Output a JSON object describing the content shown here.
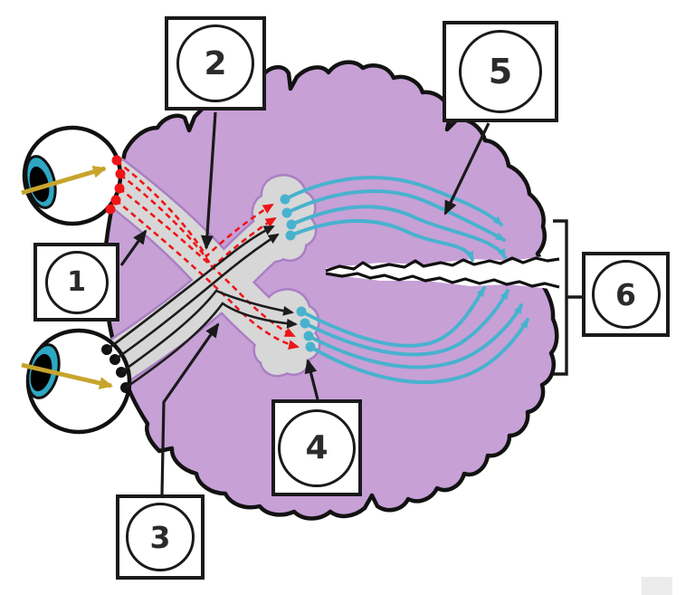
{
  "figure": {
    "kind": "visual-pathway-brain-diagram",
    "labels": [
      {
        "number": "1"
      },
      {
        "number": "2"
      },
      {
        "number": "3"
      },
      {
        "number": "4"
      },
      {
        "number": "5"
      },
      {
        "number": "6"
      }
    ],
    "colors": {
      "brain": "#c7a0d6",
      "pathway_gray": "#d7d7d7",
      "pathway_edge": "#aa7fc4",
      "radiation_blue": "#48b2ce",
      "fiber_red": "#ee1518",
      "fiber_black": "#1c1c1c",
      "light_ray_yellow": "#c7a42c",
      "outline_black": "#121212",
      "iris_teal": "#2ea7c4"
    }
  }
}
